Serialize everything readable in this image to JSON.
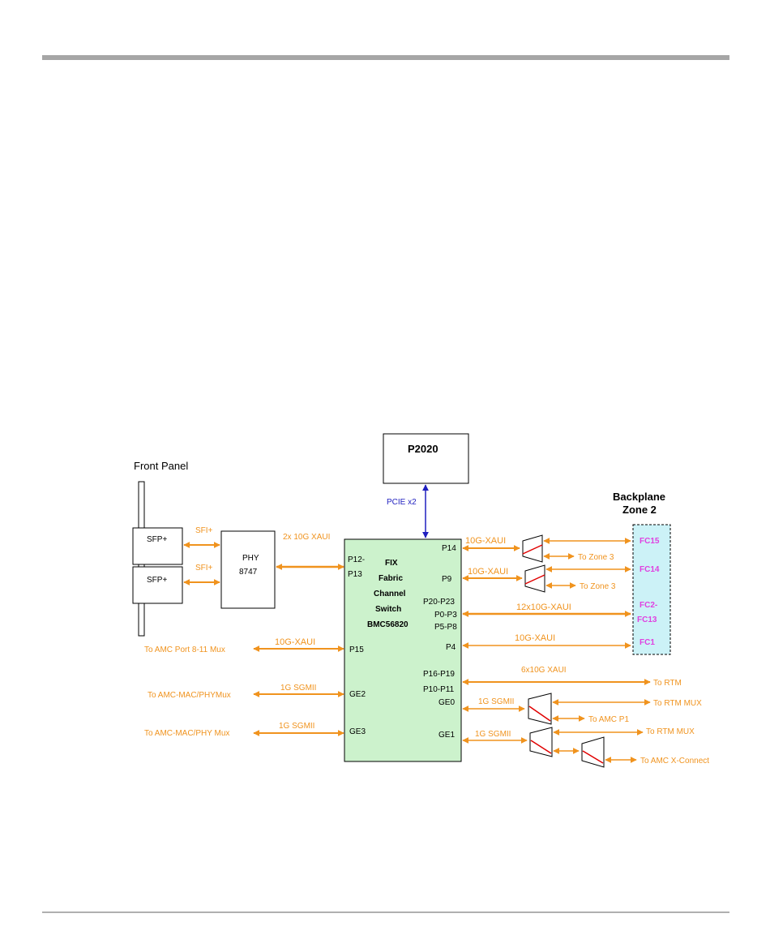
{
  "colors": {
    "arrow": "#f0931e",
    "pcie": "#1f1fbf",
    "switch_fill": "#ccf2cc",
    "backplane_fill": "#ccf2f7",
    "fc_text": "#e040e0",
    "mux_slash": "#e00000"
  },
  "labels": {
    "front_panel": "Front Panel",
    "sfp1": "SFP+",
    "sfp2": "SFP+",
    "sfi1": "SFI+",
    "sfi2": "SFI+",
    "phy_line1": "PHY",
    "phy_line2": "8747",
    "phy_link": "2x 10G XAUI",
    "p2020": "P2020",
    "pcie": "PCIE x2",
    "switch_lines": [
      "FIX",
      "Fabric",
      "Channel",
      "Switch",
      "BMC56820"
    ],
    "port_p12": "P12-",
    "port_p13": "P13",
    "port_p15": "P15",
    "port_ge2": "GE2",
    "port_ge3": "GE3",
    "port_p14": "P14",
    "port_p9": "P9",
    "port_p20": "P20-P23",
    "port_p0": "P0-P3",
    "port_p5": "P5-P8",
    "port_p4": "P4",
    "port_p16": "P16-P19",
    "port_p10": "P10-P11",
    "port_ge0": "GE0",
    "port_ge1": "GE1",
    "left_p15_link": "10G-XAUI",
    "left_p15_dest": "To AMC Port 8-11 Mux",
    "left_ge2_link": "1G SGMII",
    "left_ge2_dest": "To AMC-MAC/PHYMux",
    "left_ge3_link": "1G SGMII",
    "left_ge3_dest": "To AMC-MAC/PHY Mux",
    "p14_link": "10G-XAUI",
    "p9_link": "10G-XAUI",
    "p20_link": "12x10G-XAUI",
    "p4_link": "10G-XAUI",
    "p16_link": "6x10G XAUI",
    "ge0_link": "1G SGMII",
    "ge1_link": "1G SGMII",
    "to_zone3_a": "To Zone 3",
    "to_zone3_b": "To Zone 3",
    "to_rtm": "To RTM",
    "to_rtm_mux_a": "To RTM MUX",
    "to_amc_p1": "To AMC P1",
    "to_rtm_mux_b": "To RTM MUX",
    "to_amc_xconnect": "To AMC X-Connect",
    "backplane_line1": "Backplane",
    "backplane_line2": "Zone 2",
    "fc15": "FC15",
    "fc14": "FC14",
    "fc2": "FC2-",
    "fc13": "FC13",
    "fc1": "FC1"
  }
}
